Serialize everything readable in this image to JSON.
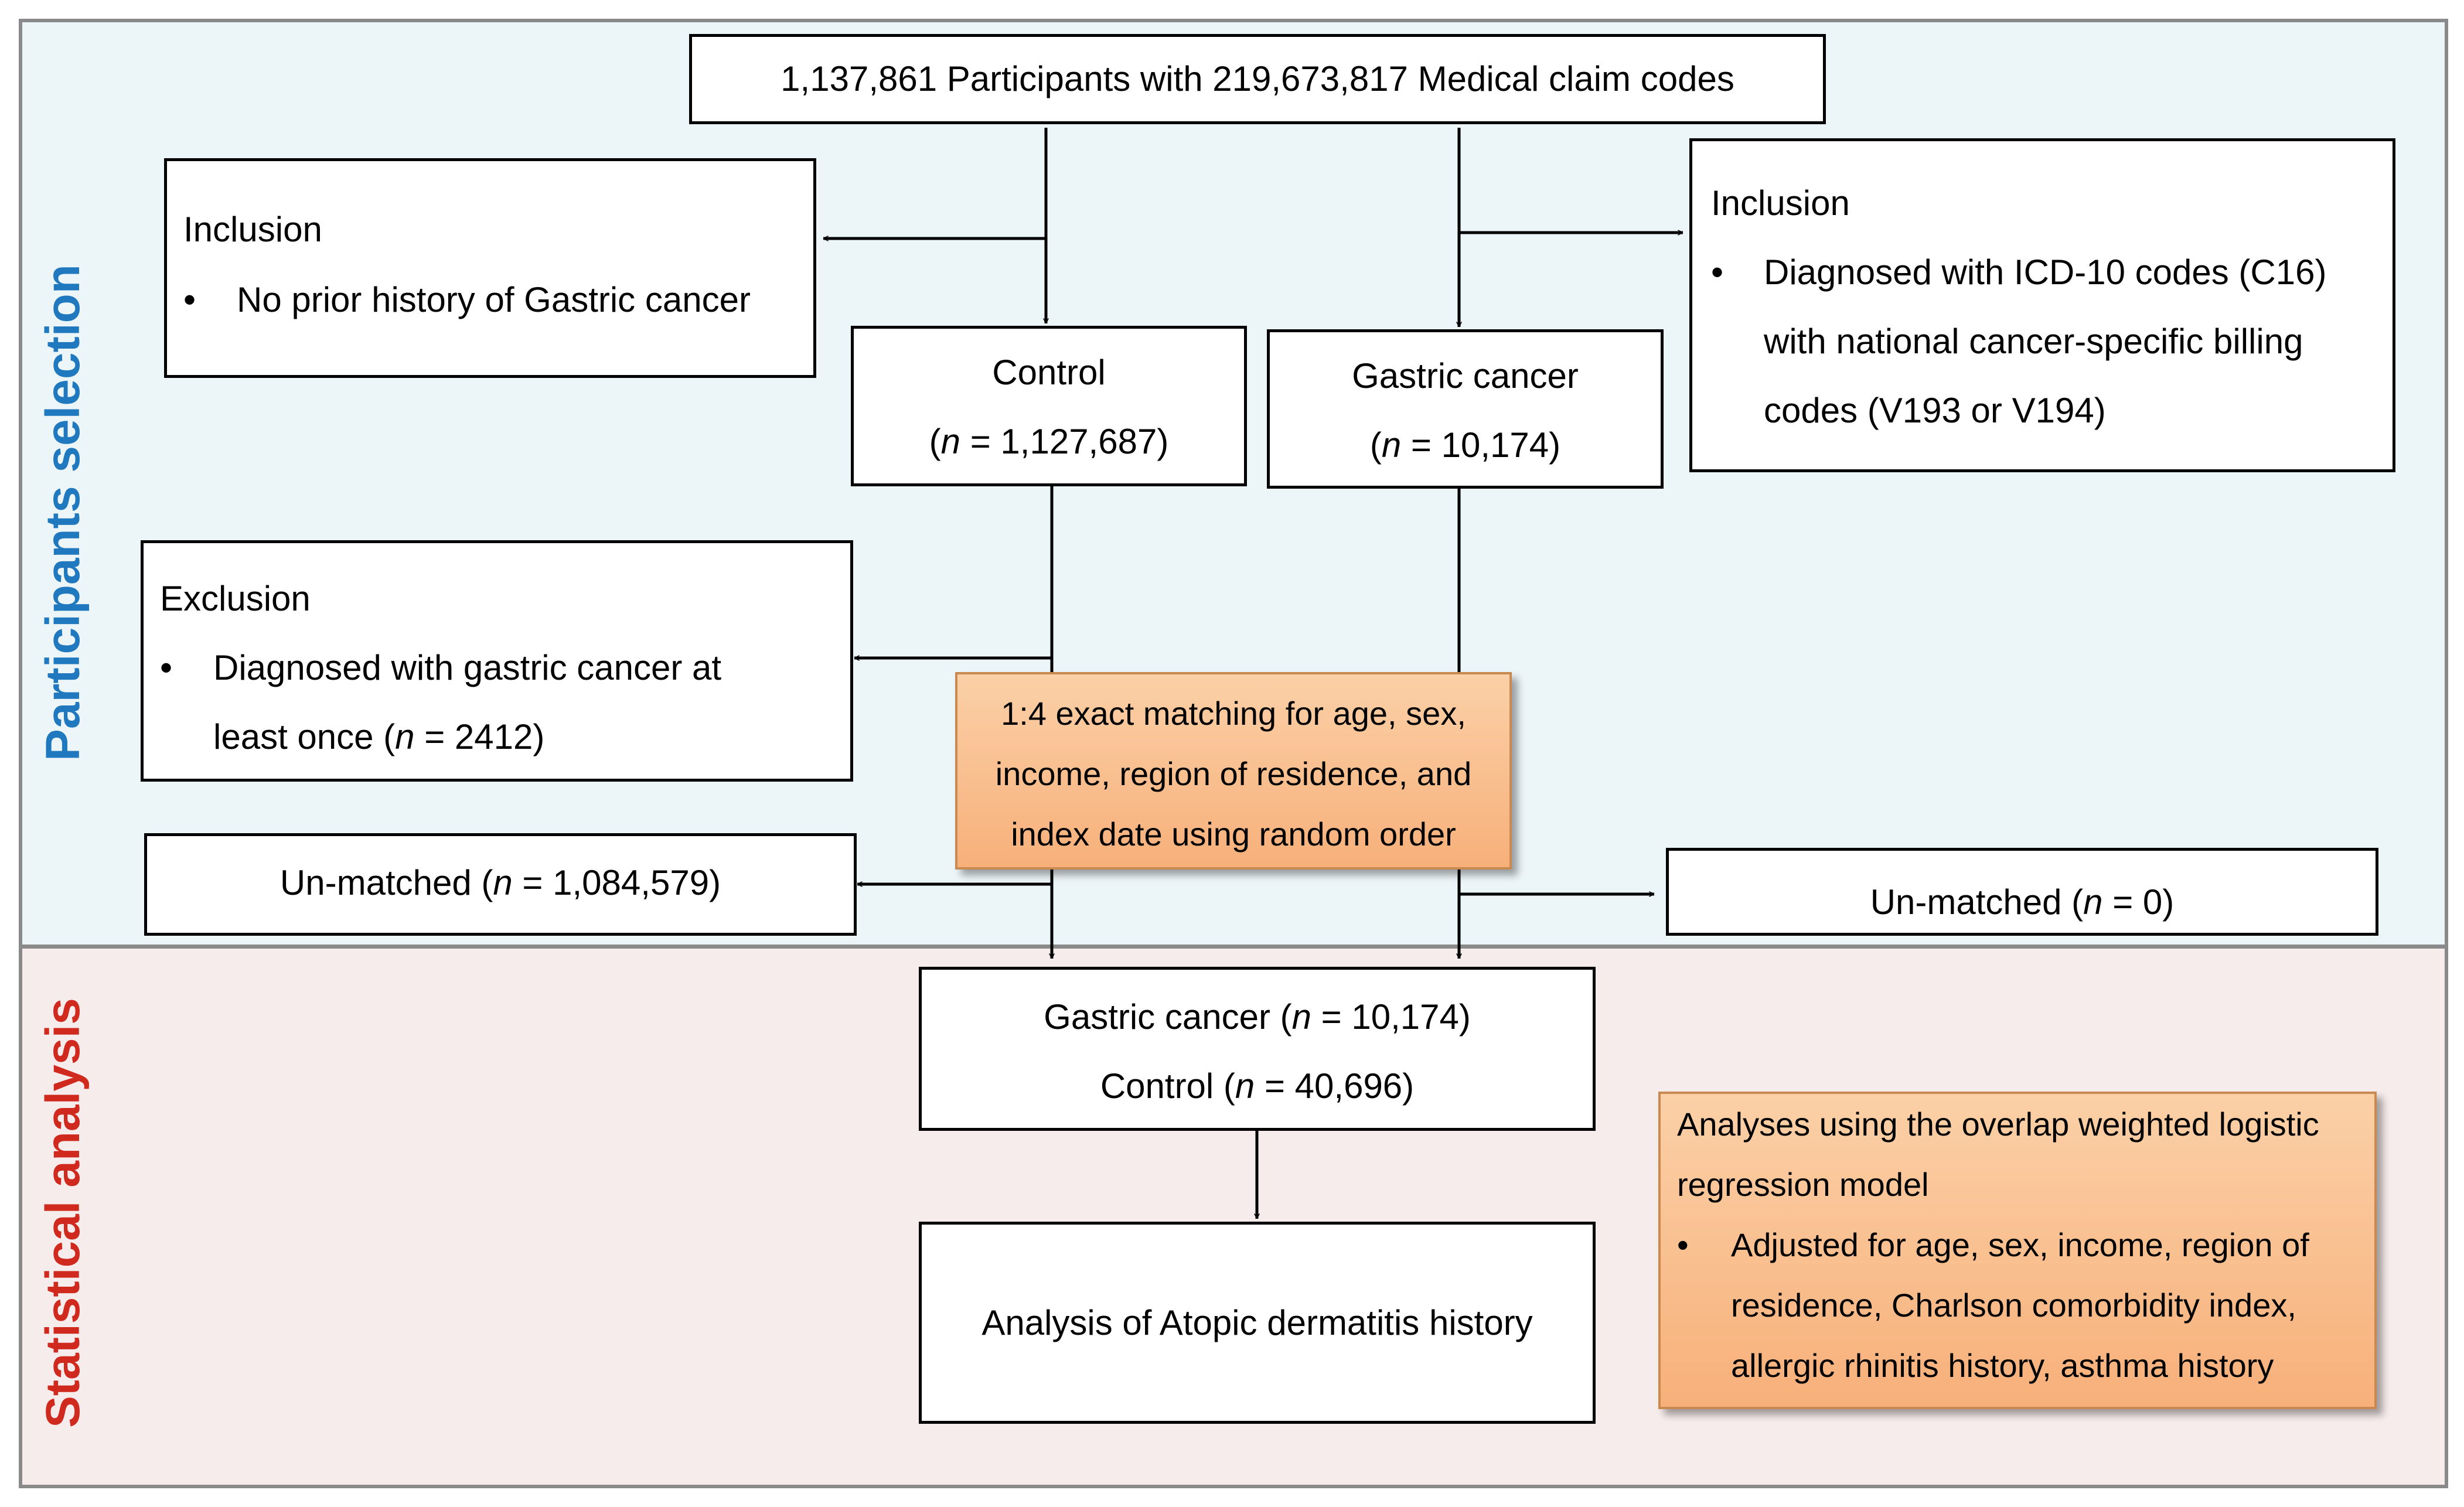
{
  "side_labels": {
    "selection": "Participants selection",
    "analysis": "Statistical analysis"
  },
  "top_box": "1,137,861  Participants with 219,673,817 Medical claim codes",
  "inclusion_left": {
    "heading": "Inclusion",
    "bullet": "•",
    "item": "No prior history of Gastric cancer"
  },
  "inclusion_right": {
    "heading": "Inclusion",
    "bullet": "•",
    "lines": [
      "Diagnosed with ICD-10 codes (C16)",
      "with national cancer-specific billing",
      "codes (V193 or V194)"
    ]
  },
  "control_box": {
    "title": "Control",
    "open": "(",
    "n": "n",
    "rest": " =   1,127,687)"
  },
  "gastric_box": {
    "title": "Gastric cancer",
    "open": "(",
    "n": "n",
    "rest": " =  10,174)"
  },
  "exclusion": {
    "heading": "Exclusion",
    "bullet": "•",
    "line1": "Diagnosed with gastric cancer at",
    "line2_pre": "least once (",
    "n": "n",
    "line2_post": " = 2412)"
  },
  "matching_box": {
    "lines": [
      "1:4 exact matching for age, sex,",
      "income, region of residence, and",
      "index date using random order"
    ]
  },
  "unmatched_left": {
    "pre": "Un-matched  (",
    "n": "n",
    "post": " = 1,084,579)"
  },
  "unmatched_right": {
    "pre": "Un-matched  (",
    "n": "n",
    "post": " = 0)"
  },
  "matched_box": {
    "line1_pre": "Gastric cancer (",
    "line1_n": "n",
    "line1_post": " = 10,174)",
    "line2_pre": "Control (",
    "line2_n": "n",
    "line2_post": " = 40,696)"
  },
  "analysis_box": "Analysis of Atopic dermatitis history",
  "analyses_box": {
    "line1": "Analyses using the overlap weighted logistic",
    "line2": "regression model",
    "bullet": "•",
    "items": [
      "Adjusted for age, sex, income, region of",
      "residence, Charlson comorbidity index,",
      "allergic rhinitis history, asthma history"
    ]
  },
  "colors": {
    "selection_label": "#2078be",
    "analysis_label": "#d02a1f",
    "top_panel": "#ecf5f8",
    "bottom_panel": "#f6eceb",
    "orange_box": "#f7b07a"
  }
}
